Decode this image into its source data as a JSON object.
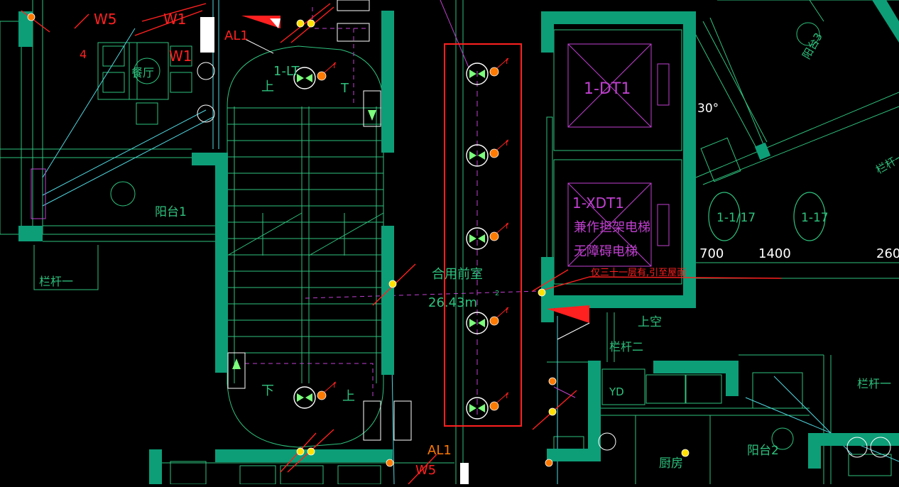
{
  "drawing": {
    "colors": {
      "background": "#000000",
      "wall": "#0d9e78",
      "line_green": "#2ec27e",
      "line_cyan": "#4fd7e0",
      "line_magenta": "#c040d0",
      "red": "#ff2020",
      "fixture_orange": "#ff7a00",
      "fixture_green": "#7cff7c",
      "yellow": "#ffe000",
      "white": "#ffffff"
    },
    "labels": {
      "w5_top": "W5",
      "w1_top": "W1",
      "w1_mid": "W1",
      "frac_4": "4",
      "al1_top": "AL1",
      "restaurant": "餐厅",
      "stair_1lt": "1-LT",
      "up_top": "上",
      "down_mid": "T",
      "balcony_1": "阳台1",
      "railing_1": "栏杆一",
      "elevator_1dt1": "1-DT1",
      "elevator_1xdt1": "1-XDT1",
      "elevator_note_1": "兼作担架电梯",
      "elevator_note_2": "无障碍电梯",
      "shared_lobby": "合用前室",
      "lobby_area": "26.43m",
      "area_sup": "2",
      "angle_30": "30°",
      "balcony_3": "阳台3",
      "railing_right": "栏杆一",
      "axis_1_1_17": "1-1/17",
      "axis_1_17": "1-17",
      "dim_700": "700",
      "dim_1400": "1400",
      "dim_260": "260",
      "note_red": "仅三十一层有,引至屋面",
      "upper_void": "上空",
      "railing_2": "栏杆二",
      "down_bottom": "下",
      "up_bottom": "上",
      "al1_bottom": "AL1",
      "w5_bottom": "W5",
      "yd": "YD",
      "kitchen": "厨房",
      "balcony_2": "阳台2",
      "railing_bottom_right": "栏杆一",
      "fixture_tag": "f"
    }
  }
}
